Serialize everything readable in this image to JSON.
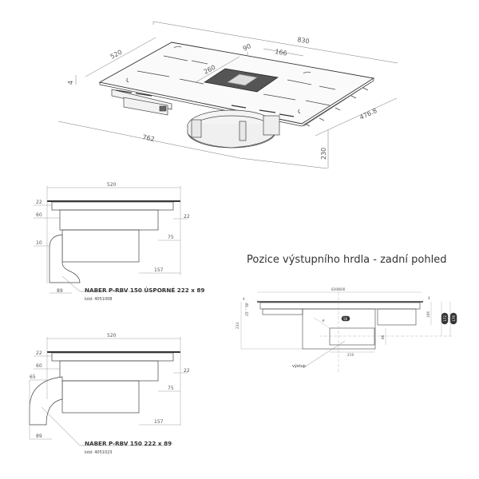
{
  "isometric_view": {
    "dimensions": {
      "total_width": "830",
      "depth": "520",
      "vent_offset": "90",
      "vent_width": "166",
      "vent_depth": "260",
      "thickness": "4",
      "cutout_width": "762",
      "cutout_depth": "476.8",
      "height": "230"
    }
  },
  "side_view_1": {
    "dimensions": {
      "width": "520",
      "d22_left": "22",
      "d60": "60",
      "d10": "10",
      "d22_right": "22",
      "d75": "75",
      "d157": "157",
      "d89": "89"
    },
    "product_title": "NABER P-RBV 150 ÚSPORNÉ 222 x 89",
    "product_code": "kód: 4051008"
  },
  "side_view_2": {
    "dimensions": {
      "width": "520",
      "d22_left": "22",
      "d60": "60",
      "d65": "65",
      "d22_right": "22",
      "d75": "75",
      "d157": "157",
      "d89": "89"
    },
    "product_title": "NABER P-RBV 150 222 x 89",
    "product_code": "kód: 4051023"
  },
  "rear_view": {
    "heading": "Pozice výstupního hrdla - zadní pohled",
    "dimensions": {
      "width": "830/600",
      "d4_left": "4",
      "d30": "30",
      "d25": "25",
      "d234": "234",
      "d4_right": "4",
      "d106": "106",
      "d172": "172",
      "d176": "176",
      "d56": "56",
      "d8": "8",
      "d86": "86",
      "d219": "219"
    },
    "outlet_label": "výstup"
  }
}
